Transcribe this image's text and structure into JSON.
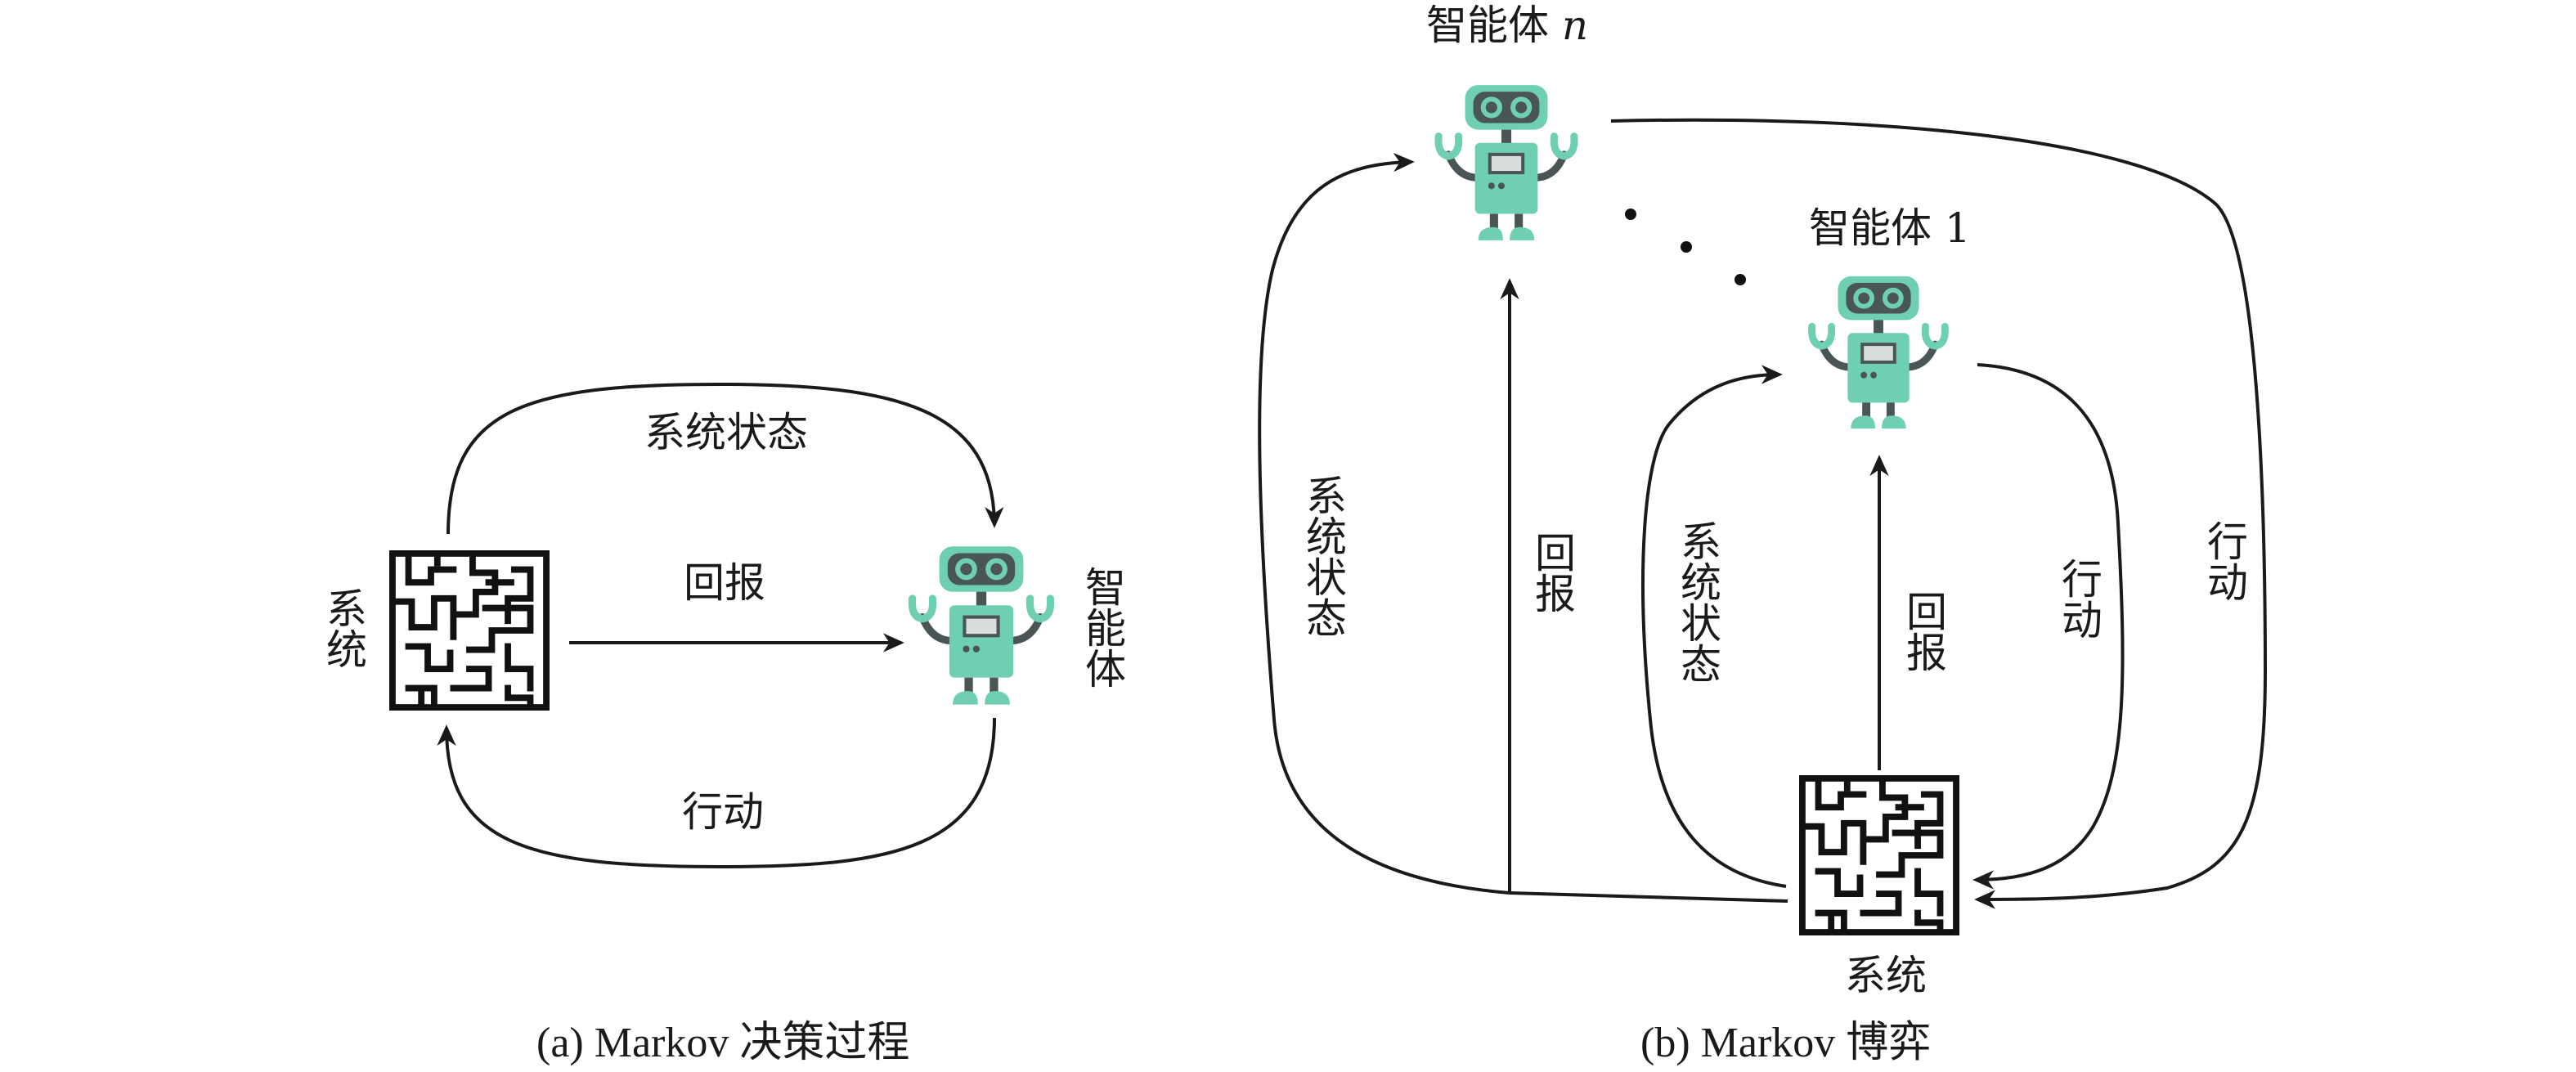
{
  "panel_a": {
    "caption": "(a) Markov 决策过程",
    "system_label": "系统",
    "agent_label": "智能体",
    "edge_state": "系统状态",
    "edge_reward": "回报",
    "edge_action": "行动"
  },
  "panel_b": {
    "caption": "(b) Markov 博弈",
    "system_label": "系统",
    "agent_n_label": "智能体",
    "agent_n_index": "n",
    "agent_1_label": "智能体 1",
    "edge_state_outer": "系统状态",
    "edge_reward_outer": "回报",
    "edge_state_inner": "系统状态",
    "edge_reward_inner": "回报",
    "edge_action_inner": "行动",
    "edge_action_outer": "行动"
  },
  "colors": {
    "robot_body": "#6fcfb3",
    "robot_dark": "#4a5556",
    "line": "#1a1a1a"
  }
}
